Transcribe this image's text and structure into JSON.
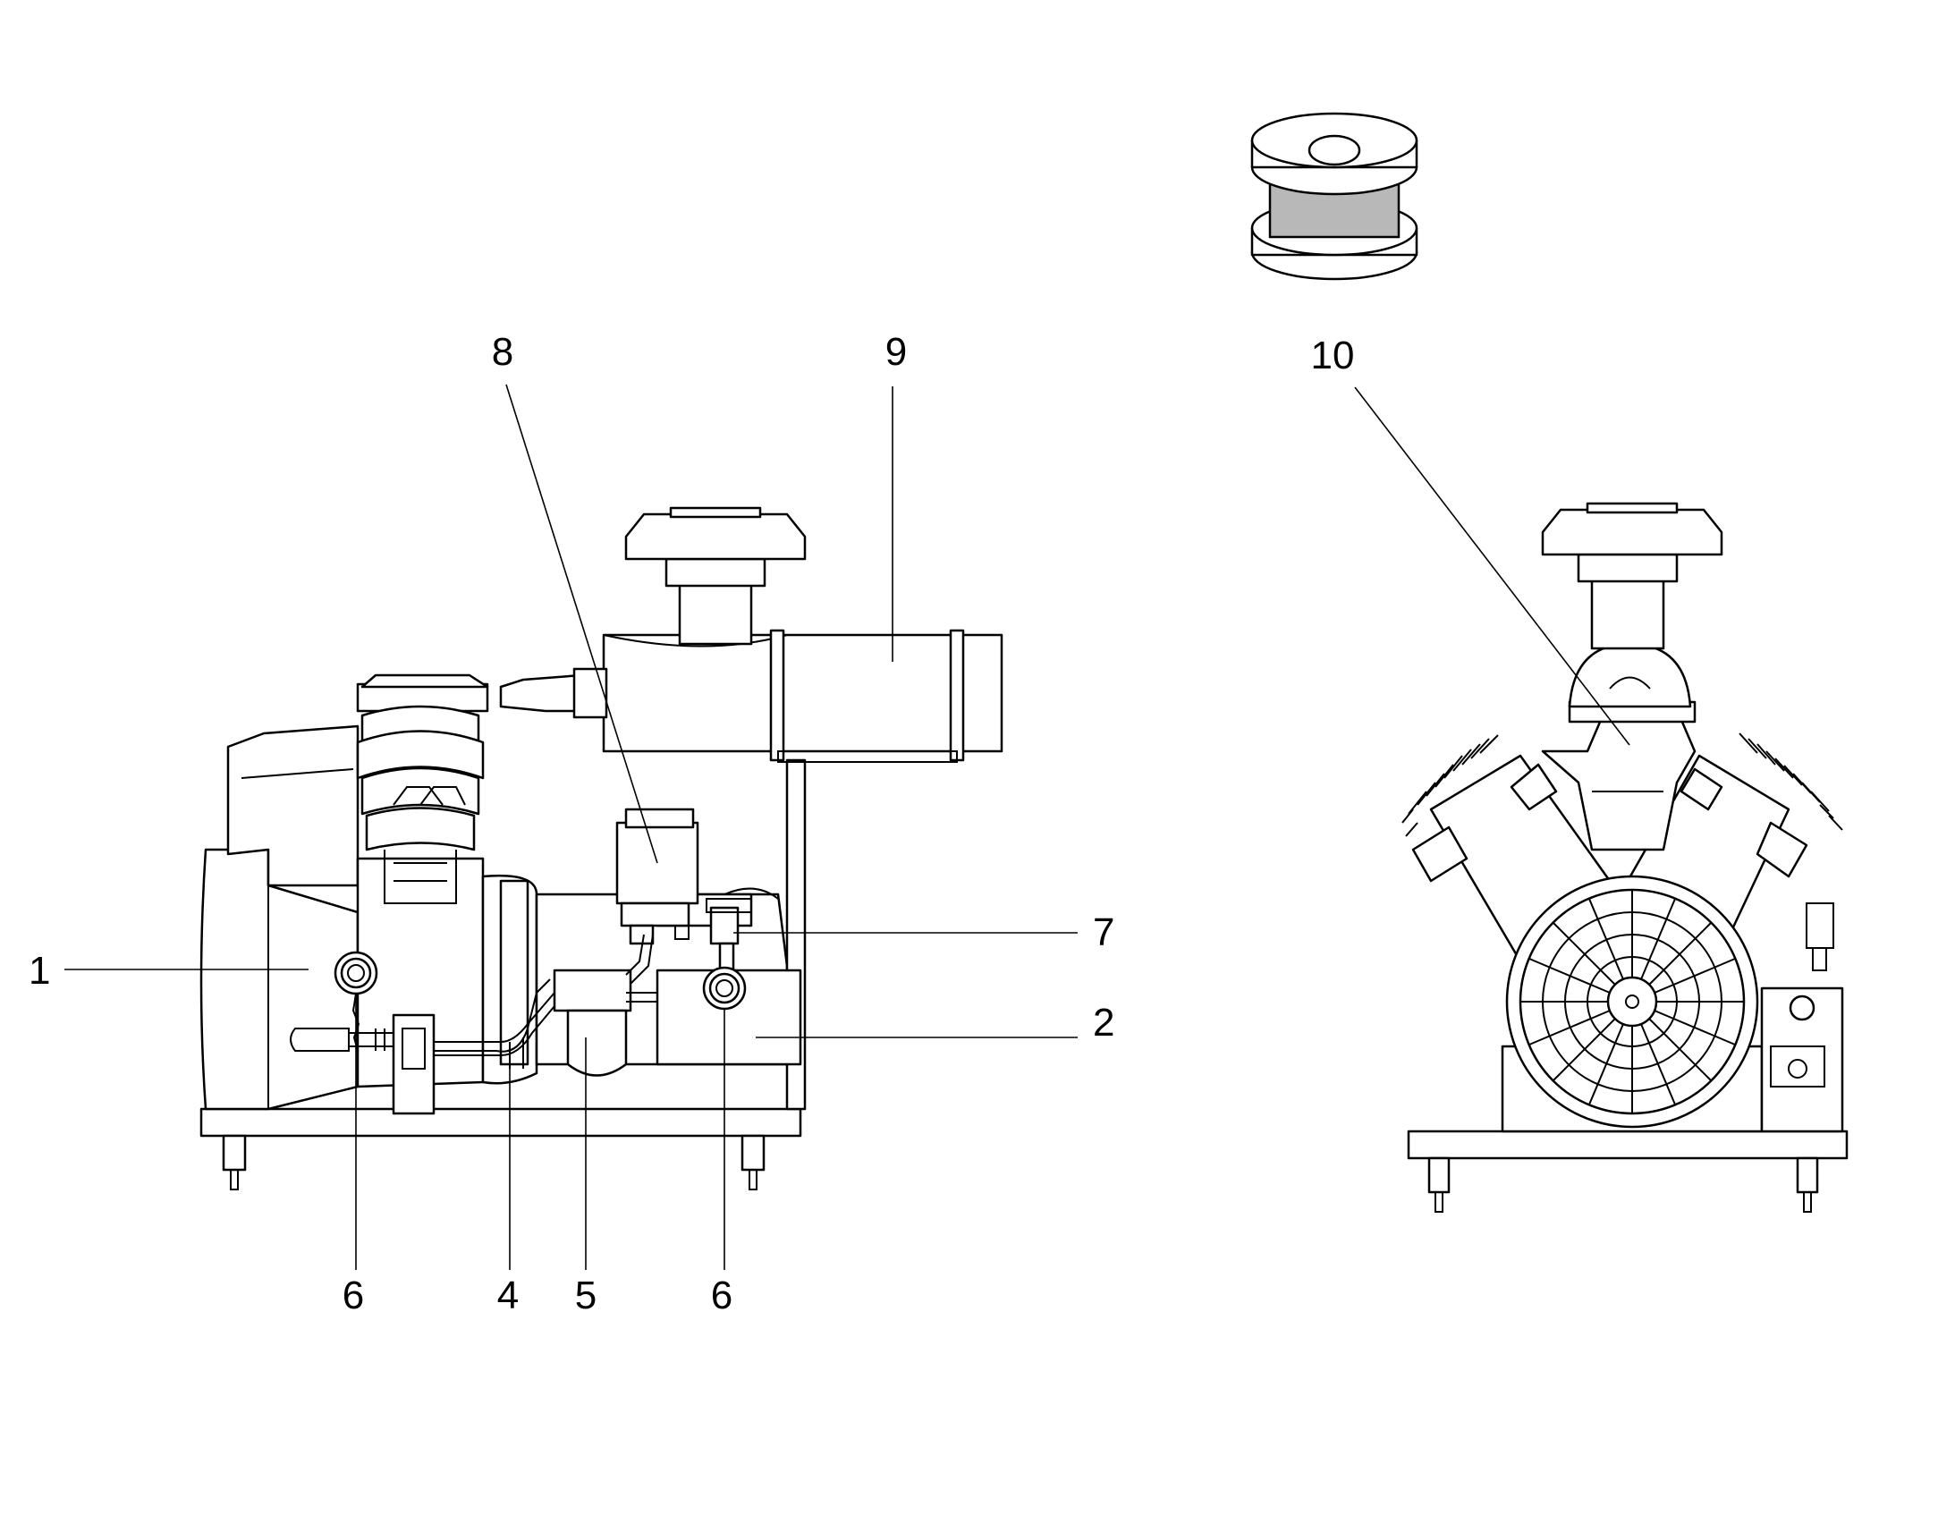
{
  "callouts": {
    "c1": "1",
    "c2": "2",
    "c4": "4",
    "c5": "5",
    "c6a": "6",
    "c6b": "6",
    "c7": "7",
    "c8": "8",
    "c9": "9",
    "c10": "10"
  },
  "colors": {
    "line": "#000000",
    "background": "#ffffff",
    "filter_mesh": "#b8b8b8"
  }
}
